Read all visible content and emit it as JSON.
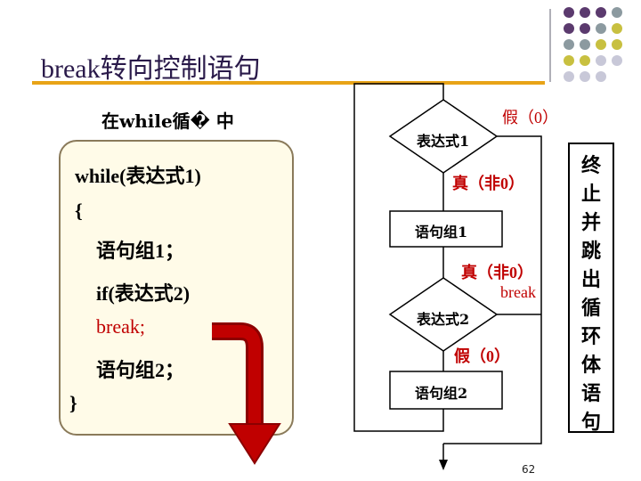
{
  "title": "break转向控制语句",
  "subtitle": "在while循� 中",
  "code": {
    "line1": "while(表达式1)",
    "line2": "{",
    "line3": "语句组1；",
    "line4": "if(表达式2)",
    "line5": "break;",
    "line6": "语句组2；",
    "line7": "}"
  },
  "flowchart": {
    "cond1": "表达式1",
    "false1": "假（0）",
    "true1": "真（非0）",
    "stmt1": "语句组1",
    "true2": "真（非0）",
    "break_label": "break",
    "cond2": "表达式2",
    "false2": "假（0）",
    "stmt2": "语句组2"
  },
  "side_note": [
    "终",
    "止",
    "并",
    "跳",
    "出",
    "循",
    "环",
    "体",
    "语",
    "句"
  ],
  "page_number": "62",
  "colors": {
    "accent_bar": "#e8a317",
    "title_text": "#2a1a4a",
    "highlight": "#c00000",
    "code_bg": "#fffbe8",
    "dot_purple": "#5b3a6e",
    "dot_olive": "#c8c040",
    "dot_gray": "#8c9aa0",
    "dot_light": "#c8c8d8"
  }
}
